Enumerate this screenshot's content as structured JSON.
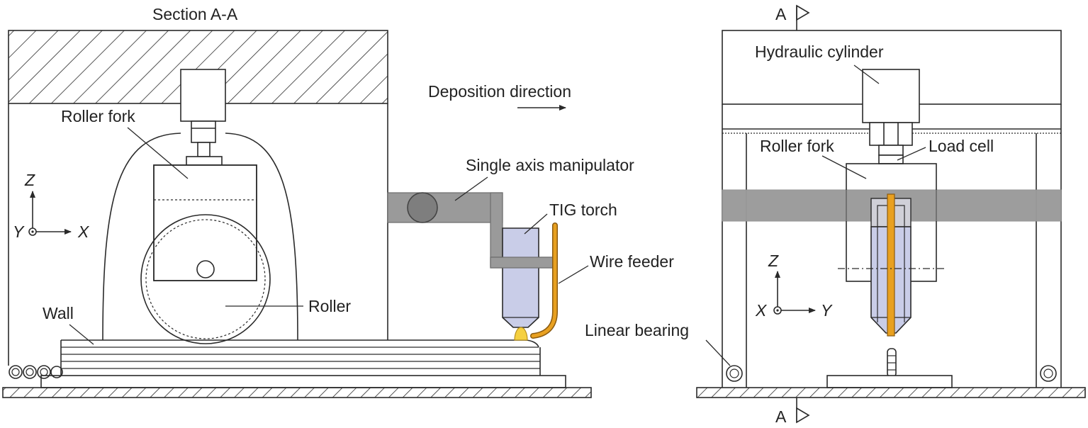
{
  "left_view": {
    "title": "Section A-A",
    "labels": {
      "roller_fork": "Roller fork",
      "roller": "Roller",
      "wall": "Wall",
      "deposition_direction": "Deposition direction",
      "single_axis_manipulator": "Single axis manipulator",
      "tig_torch": "TIG torch",
      "wire_feeder": "Wire feeder"
    },
    "axes": {
      "z": "Z",
      "y": "Y",
      "x": "X"
    }
  },
  "right_view": {
    "section_marker_top": "A",
    "section_marker_bottom": "A",
    "labels": {
      "hydraulic_cylinder": "Hydraulic cylinder",
      "roller_fork": "Roller fork",
      "load_cell": "Load cell",
      "linear_bearing": "Linear bearing"
    },
    "axes": {
      "z": "Z",
      "x": "X",
      "y": "Y"
    }
  },
  "colors": {
    "manipulator_gray": "#9a9a9a",
    "torch_blue": "#c9cde8",
    "wire_orange": "#e8a020",
    "arc_yellow": "#f5d040"
  }
}
